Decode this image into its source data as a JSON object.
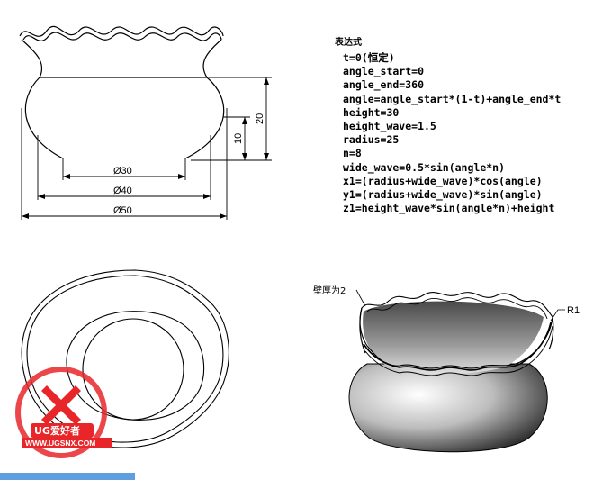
{
  "expression_panel": {
    "title": "表达式",
    "lines": [
      "t=0(恒定)",
      "angle_start=0",
      "angle_end=360",
      "angle=angle_start*(1-t)+angle_end*t",
      "height=30",
      "height_wave=1.5",
      "radius=25",
      "n=8",
      "wide_wave=0.5*sin(angle*n)",
      "x1=(radius+wide_wave)*cos(angle)",
      "y1=(radius+wide_wave)*sin(angle)",
      "z1=height_wave*sin(angle*n)+height"
    ]
  },
  "dimensions": {
    "d30": "Ø30",
    "d40": "Ø40",
    "d50": "Ø50",
    "h20": "20",
    "h10": "10"
  },
  "annotations": {
    "wall_thickness": "壁厚为2",
    "fillet_radius": "R1"
  },
  "watermark": {
    "brand": "UG爱好者",
    "url": "WWW.UGSNX.COM"
  },
  "colors": {
    "line": "#000000",
    "watermark_red": "#e8262a",
    "watermark_blue": "#2a7fd4"
  }
}
